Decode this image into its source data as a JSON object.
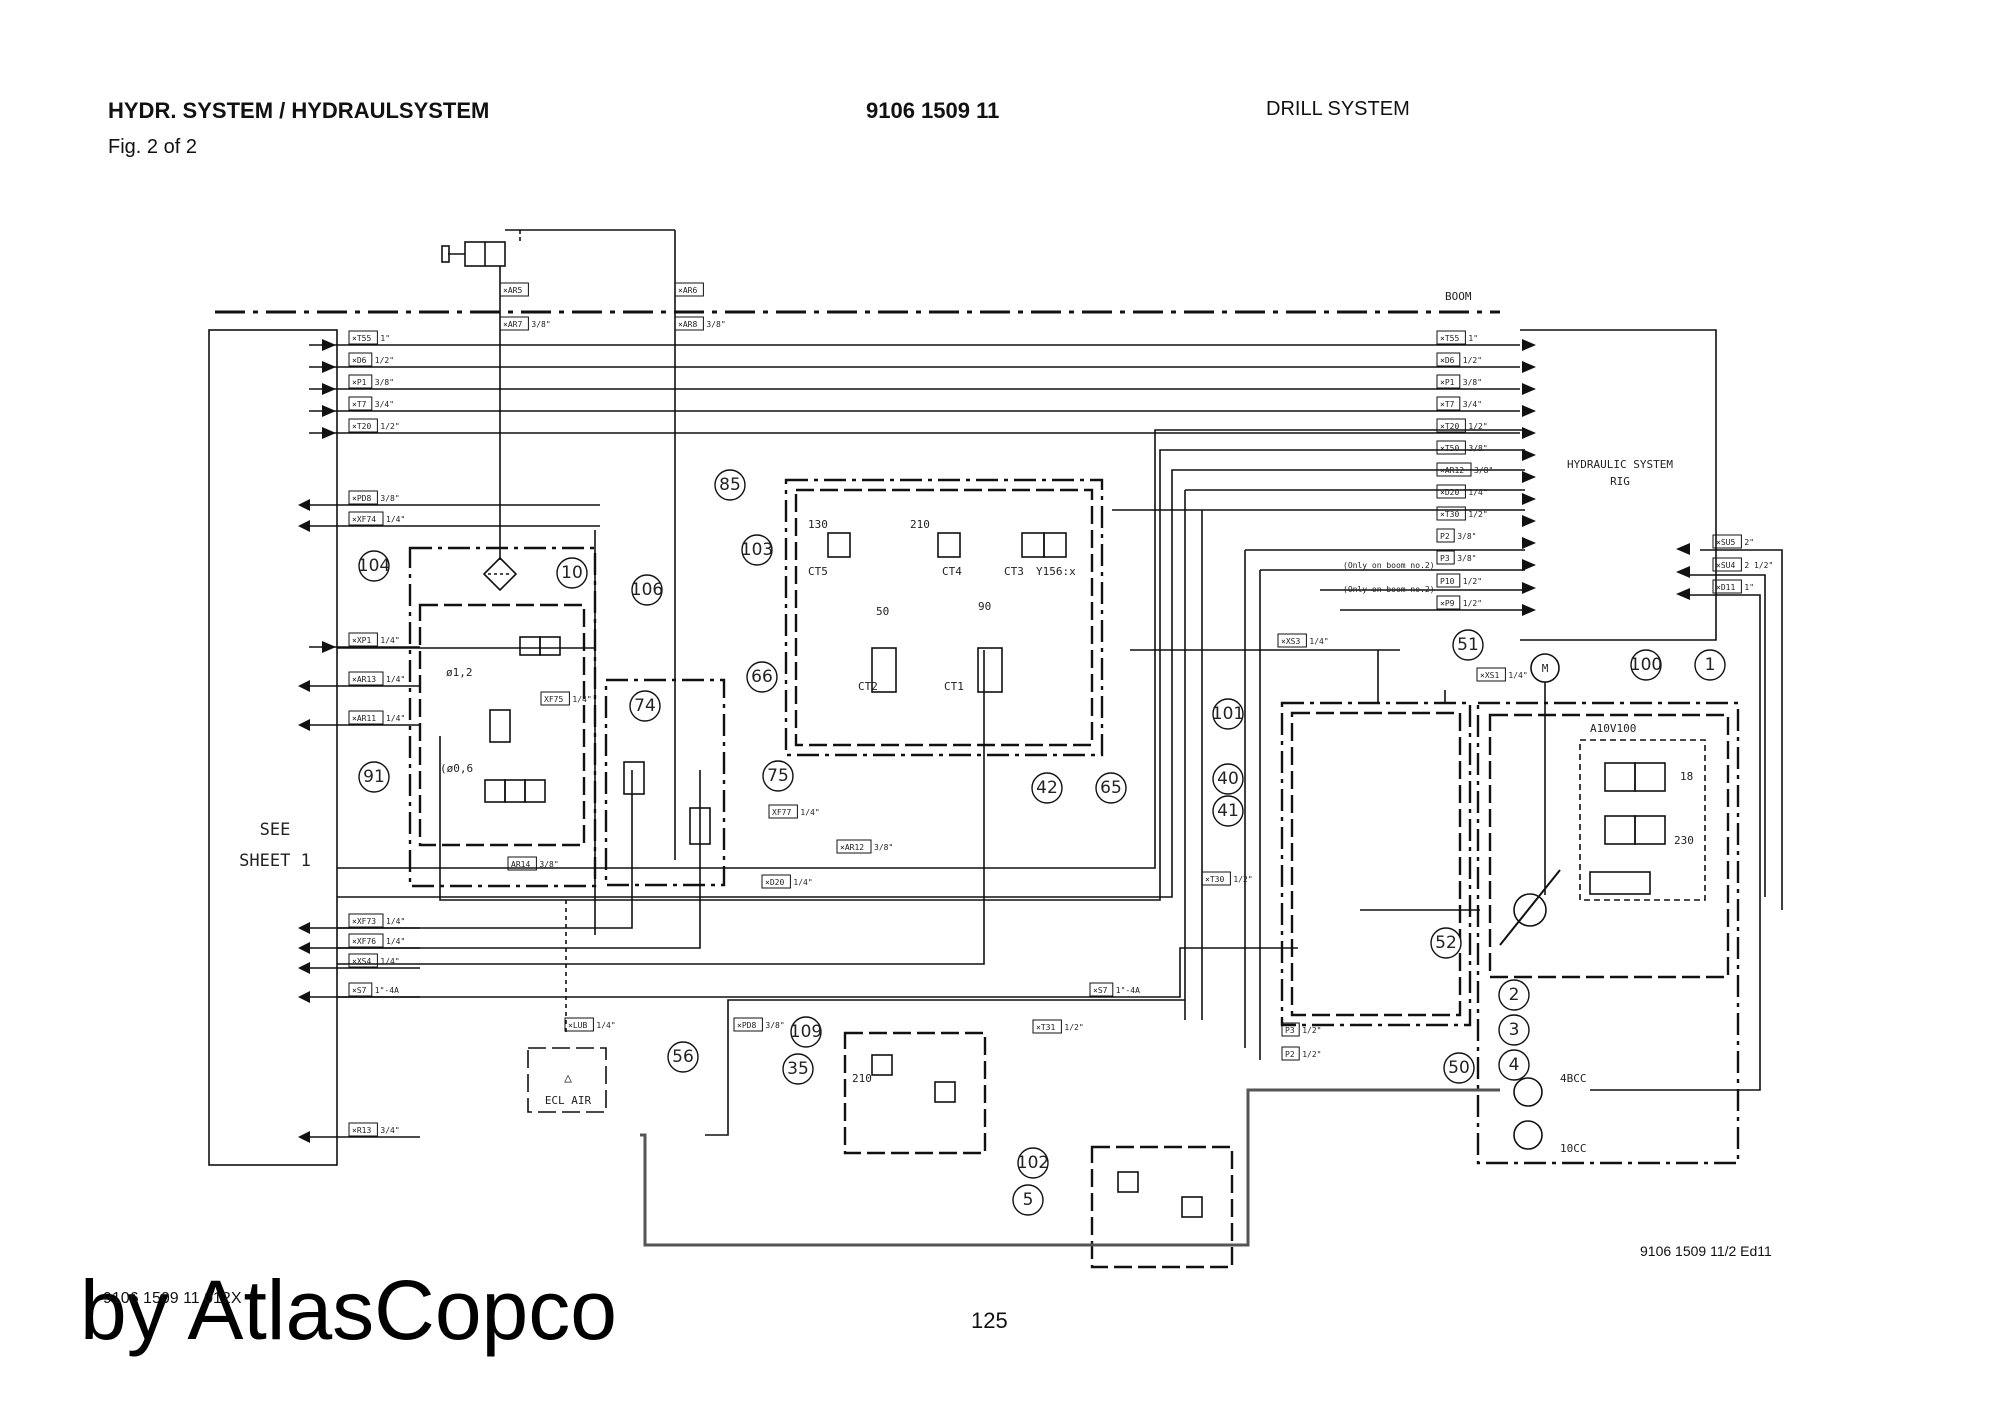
{
  "header": {
    "title": "HYDR. SYSTEM / HYDRAULSYSTEM",
    "figure": "Fig. 2 of 2",
    "part_number": "9106 1509 11",
    "section": "DRILL SYSTEM"
  },
  "footer": {
    "watermark": "by AtlasCopco",
    "doc_number": "9106 1509 11 012X",
    "page": "125",
    "edition": "9106 1509 11/2 Ed11"
  },
  "diagram": {
    "boom_label": "BOOM",
    "see_sheet": [
      "SEE",
      "SHEET 1"
    ],
    "rig_label": [
      "HYDRAULIC SYSTEM",
      "RIG"
    ],
    "ecl_air": "ECL AIR",
    "pump_model": "A10V100",
    "pump_4bcc": "4BCC",
    "pump_10cc": "10CC",
    "motor": "M",
    "only_boom_2": "(Only on boom no.2)",
    "orifice_1": "ø1,2",
    "orifice_2": "(ø0,6",
    "valve_codes": [
      "CT5",
      "CT4",
      "CT3",
      "CT2",
      "CT1",
      "Y156:x"
    ],
    "pressure_values": [
      "130",
      "210",
      "50",
      "90",
      "210",
      "18",
      "230"
    ],
    "left_ports": [
      {
        "code": "xT55",
        "size": "1\""
      },
      {
        "code": "xD6",
        "size": "1/2\""
      },
      {
        "code": "xP1",
        "size": "3/8\""
      },
      {
        "code": "xT7",
        "size": "3/4\""
      },
      {
        "code": "xT20",
        "size": "1/2\""
      },
      {
        "code": "xPD8",
        "size": "3/8\""
      },
      {
        "code": "xXF74",
        "size": "1/4\""
      },
      {
        "code": "xXP1",
        "size": "1/4\""
      },
      {
        "code": "xAR13",
        "size": "1/4\""
      },
      {
        "code": "xAR11",
        "size": "1/4\""
      },
      {
        "code": "xXF73",
        "size": "1/4\""
      },
      {
        "code": "xXF76",
        "size": "1/4\""
      },
      {
        "code": "xXS4",
        "size": "1/4\""
      },
      {
        "code": "xS7",
        "size": "1\"-4A"
      },
      {
        "code": "xR13",
        "size": "3/4\""
      }
    ],
    "right_ports": [
      {
        "code": "xT55",
        "size": "1\""
      },
      {
        "code": "xD6",
        "size": "1/2\""
      },
      {
        "code": "xP1",
        "size": "3/8\""
      },
      {
        "code": "xT7",
        "size": "3/4\""
      },
      {
        "code": "xT20",
        "size": "1/2\""
      },
      {
        "code": "xT50",
        "size": "3/8\""
      },
      {
        "code": "xAR12",
        "size": "3/8\""
      },
      {
        "code": "xD20",
        "size": "1/4\""
      },
      {
        "code": "xT30",
        "size": "1/2\""
      },
      {
        "code": "P2",
        "size": "3/8\""
      },
      {
        "code": "P3",
        "size": "3/8\""
      },
      {
        "code": "P10",
        "size": "1/2\""
      },
      {
        "code": "xP9",
        "size": "1/2\""
      }
    ],
    "right_side_ports": [
      {
        "code": "xSU5",
        "size": "2\""
      },
      {
        "code": "xSU4",
        "size": "2 1/2\""
      },
      {
        "code": "xD11",
        "size": "1\""
      }
    ],
    "mid_ports": [
      {
        "code": "xAR5",
        "size": ""
      },
      {
        "code": "xAR6",
        "size": ""
      },
      {
        "code": "xAR7",
        "size": "3/8\""
      },
      {
        "code": "xAR8",
        "size": "3/8\""
      },
      {
        "code": "XF75",
        "size": "1/4\""
      },
      {
        "code": "XF77",
        "size": "1/4\""
      },
      {
        "code": "xAR12",
        "size": "3/8\""
      },
      {
        "code": "xD20",
        "size": "1/4\""
      },
      {
        "code": "AR14",
        "size": "3/8\""
      },
      {
        "code": "xLUB",
        "size": "1/4\""
      },
      {
        "code": "xPD8",
        "size": "3/8\""
      },
      {
        "code": "xT31",
        "size": "1/2\""
      },
      {
        "code": "xT30",
        "size": "1/2\""
      },
      {
        "code": "xS7",
        "size": "1\"-4A"
      },
      {
        "code": "xXS3",
        "size": "1/4\""
      },
      {
        "code": "xXS1",
        "size": "1/4\""
      },
      {
        "code": "P3",
        "size": "1/2\""
      },
      {
        "code": "P2",
        "size": "1/2\""
      }
    ],
    "component_numbers": [
      "104",
      "10",
      "91",
      "106",
      "74",
      "75",
      "85",
      "103",
      "66",
      "42",
      "65",
      "101",
      "40",
      "41",
      "51",
      "52",
      "50",
      "100",
      "1",
      "2",
      "3",
      "4",
      "109",
      "35",
      "56",
      "102",
      "5"
    ]
  }
}
